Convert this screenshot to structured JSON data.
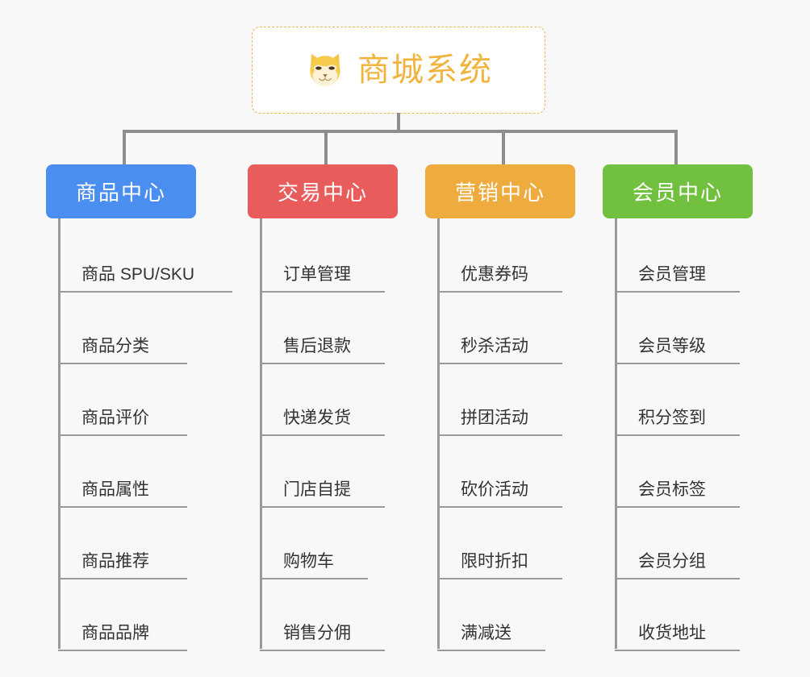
{
  "diagram": {
    "type": "mind-map",
    "background_color": "#f8f8f8",
    "root": {
      "label": "商城系统",
      "icon": "shiba-dog-icon",
      "text_color": "#f0b43f",
      "border_color": "#eeb44f",
      "background_color": "#ffffff"
    },
    "branches": [
      {
        "label": "商品中心",
        "color": "#4a8ef0",
        "items": [
          "商品 SPU/SKU",
          "商品分类",
          "商品评价",
          "商品属性",
          "商品推荐",
          "商品品牌"
        ]
      },
      {
        "label": "交易中心",
        "color": "#e85c5c",
        "items": [
          "订单管理",
          "售后退款",
          "快递发货",
          "门店自提",
          "购物车",
          "销售分佣"
        ]
      },
      {
        "label": "营销中心",
        "color": "#eeab3e",
        "items": [
          "优惠券码",
          "秒杀活动",
          "拼团活动",
          "砍价活动",
          "限时折扣",
          "满减送"
        ]
      },
      {
        "label": "会员中心",
        "color": "#72c040",
        "items": [
          "会员管理",
          "会员等级",
          "积分签到",
          "会员标签",
          "会员分组",
          "收货地址"
        ]
      }
    ]
  }
}
